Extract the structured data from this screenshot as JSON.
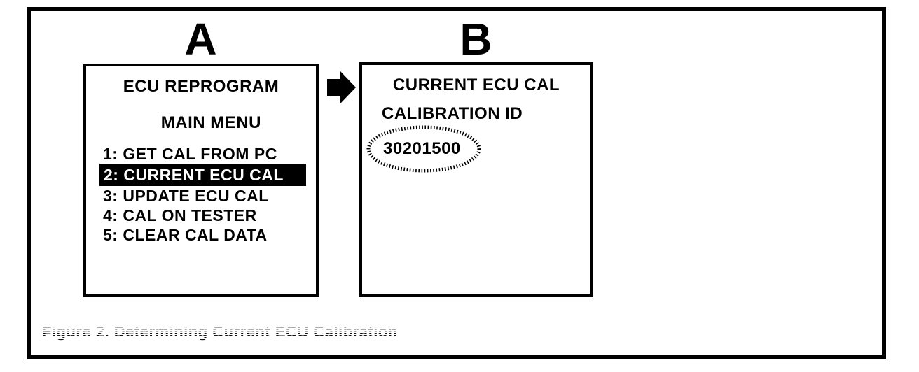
{
  "figure": {
    "caption": "Figure 2. Determining Current ECU Calibration"
  },
  "panels": {
    "a": {
      "label": "A",
      "title_line1": "ECU REPROGRAM",
      "title_line2": "MAIN MENU",
      "menu_items": [
        {
          "text": "1: GET CAL FROM PC",
          "selected": false
        },
        {
          "text": "2: CURRENT ECU CAL",
          "selected": true
        },
        {
          "text": "3: UPDATE ECU CAL",
          "selected": false
        },
        {
          "text": "4: CAL ON TESTER",
          "selected": false
        },
        {
          "text": "5: CLEAR CAL DATA",
          "selected": false
        }
      ]
    },
    "b": {
      "label": "B",
      "title": "CURRENT ECU CAL",
      "field_label": "CALIBRATION ID",
      "calibration_id": "30201500"
    }
  },
  "icons": {
    "arrow": "right-block-arrow",
    "highlight": "hatched-ellipse"
  },
  "colors": {
    "foreground": "#000000",
    "background": "#ffffff",
    "highlight_bar_bg": "#000000",
    "highlight_bar_fg": "#ffffff",
    "caption_gray": "#3f3f3f"
  }
}
